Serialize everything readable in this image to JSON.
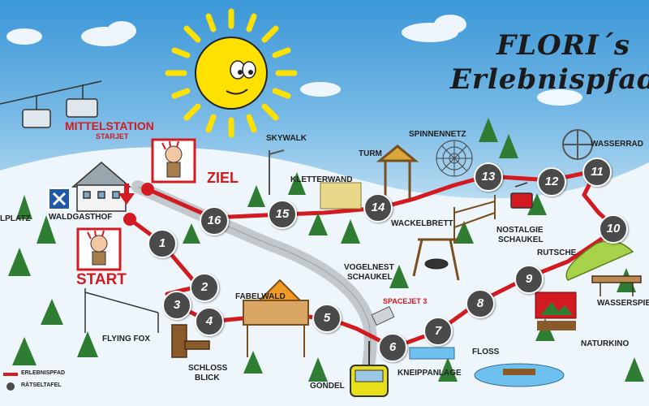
{
  "title": {
    "line1": "FLORI´s",
    "line2": "Erlebnispfad"
  },
  "mittelstation": {
    "name": "MITTELSTATION",
    "sub": "STARJET"
  },
  "labels": {
    "lplatz": "LPLATZ",
    "waldgasthof": "WALDGASTHOF",
    "start": "START",
    "ziel": "ZIEL",
    "skywalk": "SKYWALK",
    "kletterwand": "KLETTERWAND",
    "turm": "TURM",
    "spinnennetz": "SPINNENNETZ",
    "wasserrad": "WASSERRAD",
    "wackelbrett": "WACKELBRETT",
    "nostalgie_schaukel": [
      "NOSTALGIE",
      "SCHAUKEL"
    ],
    "vogelnest_schaukel": [
      "VOGELNEST",
      "SCHAUKEL"
    ],
    "rutsche": "RUTSCHE",
    "spacejet": "SPACEJET 3",
    "wasserspiel": "WASSERSPIEL",
    "fabelwald": "FABELWALD",
    "flying_fox": "FLYING FOX",
    "schloss_blick": [
      "SCHLOSS",
      "BLICK"
    ],
    "naturkino": "NATURKINO",
    "floss": "FLOSS",
    "gondel": "GONDEL",
    "kneippanlage": "KNEIPPANLAGE"
  },
  "stations": [
    "1",
    "2",
    "3",
    "4",
    "5",
    "6",
    "7",
    "8",
    "9",
    "10",
    "11",
    "12",
    "13",
    "14",
    "15",
    "16"
  ],
  "legend": {
    "path": "ERLEBNISPFAD",
    "board": "RÄTSELTAFEL"
  },
  "colors": {
    "path": "#d31a20",
    "station": "#4a4a4a",
    "sun": "#ffe100",
    "tree": "#2f7d32",
    "sky": "#3a97d8"
  },
  "icons": [
    "sun-icon",
    "chairlift-icon",
    "ski-sign-icon",
    "down-arrow-icon",
    "flori-mascot-icon",
    "spider-web-icon",
    "water-wheel-icon",
    "gondola-icon"
  ]
}
